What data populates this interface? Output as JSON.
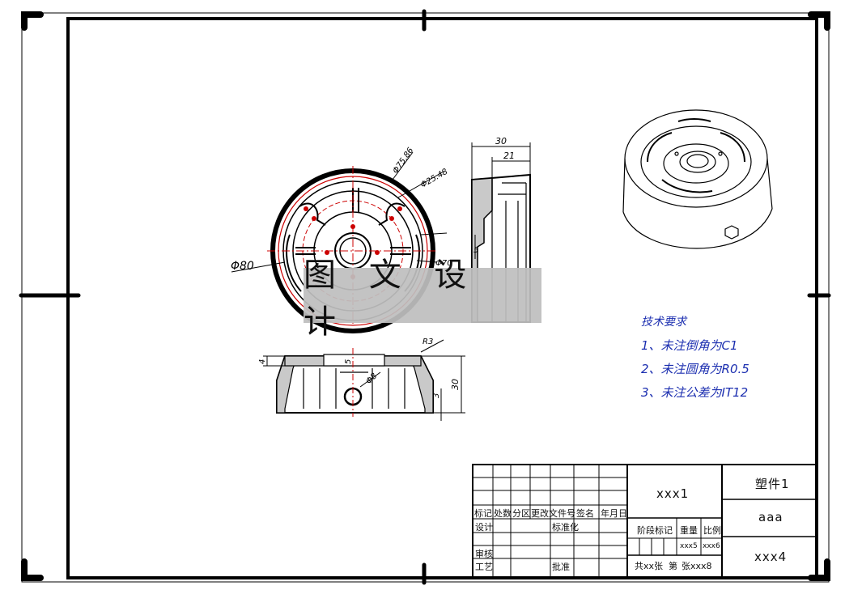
{
  "colors": {
    "line": "#000000",
    "red": "#cc0000",
    "blue_text": "#1c2fb0",
    "watermark_bg": "#bebebe"
  },
  "watermark": {
    "text": "图 文 设 计"
  },
  "tech_requirements": {
    "title": "技术要求",
    "items": [
      "1、未注倒角为C1",
      "2、未注圆角为R0.5",
      "3、未注公差为IT12"
    ]
  },
  "dimensions": {
    "top_d80": "Φ80",
    "top_d75": "Φ75.86",
    "top_d25": "Φ25.48",
    "top_d70": "Φ70",
    "side_30": "30",
    "side_21": "21",
    "side_5": "5",
    "front_4": "4",
    "front_5": "5",
    "front_r3": "R3",
    "front_30": "30",
    "front_3": "3",
    "front_d8": "Φ8"
  },
  "title_block": {
    "part_name": "塑件1",
    "drawing_no": "xxx1",
    "material": "aaa",
    "company": "xxx4",
    "weight": "xxx5",
    "scale": "xxx6",
    "sheets": "共xx张",
    "sheet_no_label": "第",
    "sheet_no": "张xxx8",
    "header_labels": [
      "标记",
      "处数",
      "分区",
      "更改文件号",
      "签名",
      "年月日"
    ],
    "design": "设计",
    "standardize": "标准化",
    "check": "审核",
    "process": "工艺",
    "approve": "批准",
    "stage_mark": "阶段标记",
    "weight_label": "重量",
    "scale_label": "比例"
  }
}
